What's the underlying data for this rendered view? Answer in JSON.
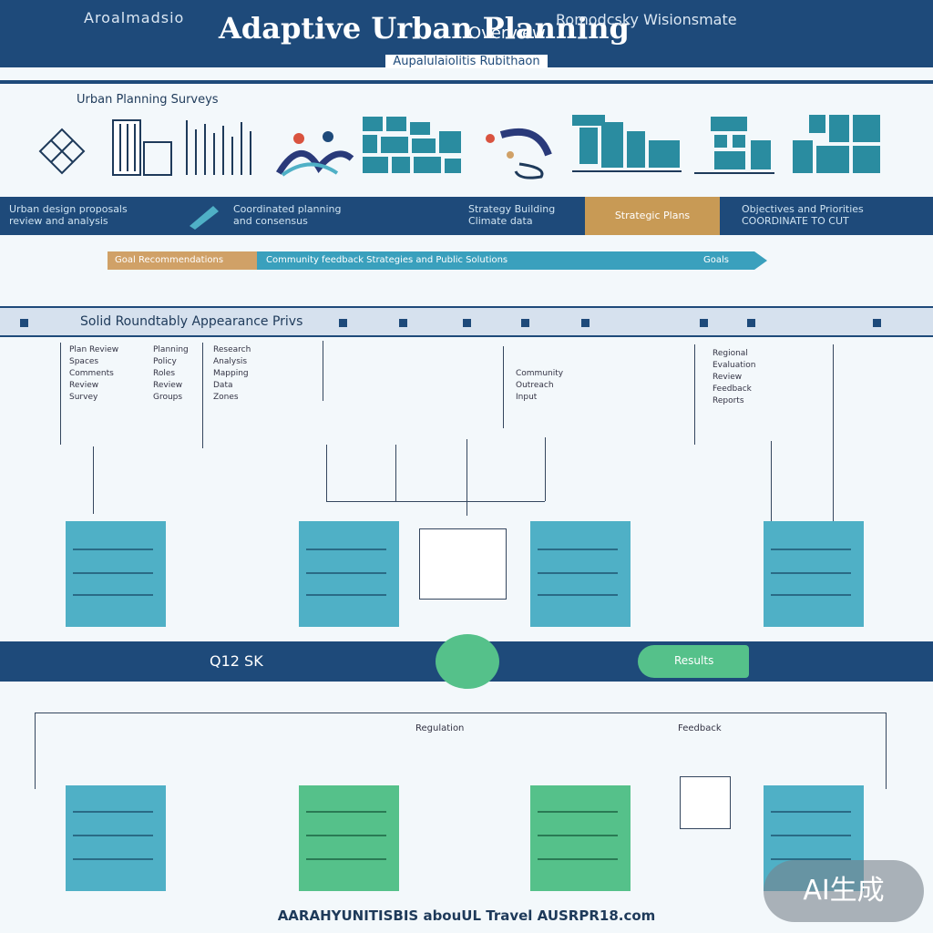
{
  "header": {
    "left_text": "Aroalmadsio",
    "title": "Adaptive Urban Planning",
    "side_text": "Overview",
    "right_text": "Romodcsky Wisionsmate"
  },
  "subtitle": "Aupalulaiolitis Rubithaon",
  "section": {
    "label": "Urban Planning Surveys"
  },
  "stripe": {
    "left": "Urban design proposals\nreview and analysis",
    "mid": "Coordinated planning\nand consensus",
    "center": "Strategy Building\nClimate data",
    "accent": "Strategic Plans",
    "right": "Objectives and Priorities\nCOORDINATE TO CUT"
  },
  "arrowbar": {
    "seg1": "Goal Recommendations",
    "seg2": "Community feedback Strategies and Public Solutions",
    "end": "Goals"
  },
  "band": {
    "label": "Solid Roundtably Appearance Privs"
  },
  "notes": [
    "Plan Review\nSpaces\nComments\nReview\nSurvey",
    "Planning\nPolicy\nRoles\nReview\nGroups",
    "Research\nAnalysis\nMapping\nData\nZones",
    "Community\nOutreach\nInput",
    "Regional\nEvaluation\nReview\nFeedback\nReports"
  ],
  "midbar": {
    "label": "Q12 SK",
    "pill": "Results"
  },
  "callouts": {
    "lower_center": "Regulation",
    "lower_right": "Feedback"
  },
  "footer": "AARAHYUNITISBIS abouUL Travel AUSRPR18.com",
  "badge": "AI生成",
  "colors": {
    "navy": "#1e4a7a",
    "teal": "#4fb0c6",
    "green": "#55c18a",
    "gold": "#c89a55"
  }
}
